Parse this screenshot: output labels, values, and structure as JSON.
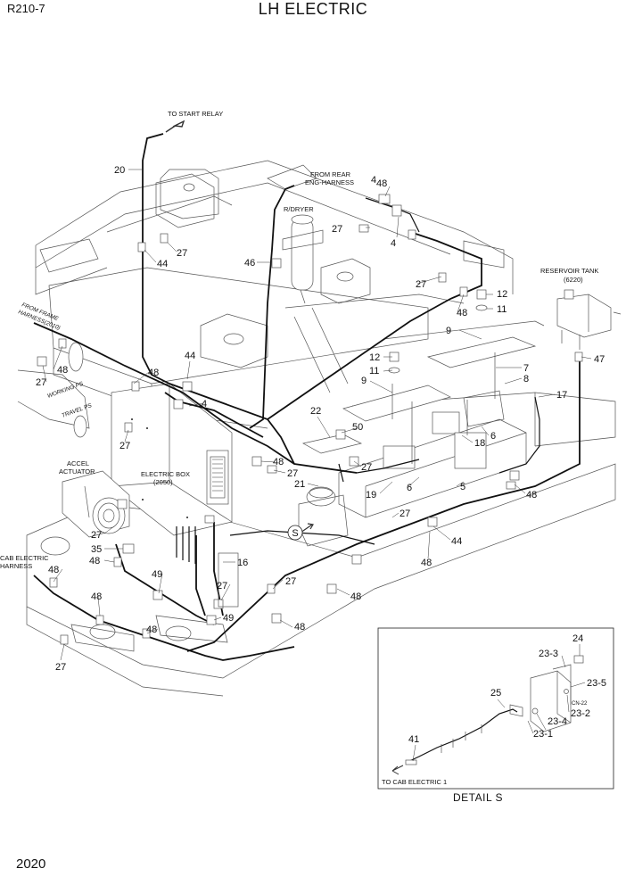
{
  "header": {
    "model": "R210-7",
    "title": "LH ELECTRIC"
  },
  "footer": {
    "page": "2020"
  },
  "detail": {
    "caption": "DETAIL  S",
    "bubble": "S"
  },
  "callouts": {
    "to_start_relay": "TO START RELAY",
    "from_rear_1": "FROM REAR",
    "from_rear_2": "ENG-HARNESS",
    "r_dryer": "R/DRYER",
    "reservoir_1": "RESERVOIR TANK",
    "reservoir_2": "(6220)",
    "from_frame_1": "FROM FRAME",
    "from_frame_2": "HARNESS(2010)",
    "working_ps": "WORKING PS",
    "travel_ps": "TRAVEL PS",
    "accel_1": "ACCEL",
    "accel_2": "ACTUATOR",
    "ebox_1": "ELECTRIC BOX",
    "ebox_2": "(2050)",
    "cab_harness_1": "CAB ELECTRIC",
    "cab_harness_2": "HARNESS",
    "to_cab_electric": "TO CAB ELECTRIC 1",
    "cn22": "CN-22"
  },
  "parts": {
    "p20": "20",
    "p44a": "44",
    "p27a": "27",
    "p46": "46",
    "p4a": "4",
    "p48a": "48",
    "p27b": "27",
    "p4b": "4",
    "p27c": "27",
    "p12a": "12",
    "p48b": "48",
    "p11a": "11",
    "p47": "47",
    "p9a": "9",
    "p12b": "12",
    "p11b": "11",
    "p7": "7",
    "p8": "8",
    "p9b": "9",
    "p17": "17",
    "p44b": "44",
    "p48c": "48",
    "p4c": "4",
    "p48d": "48",
    "p27d": "27",
    "p22": "22",
    "p50": "50",
    "p27e": "27",
    "p18": "18",
    "p6a": "6",
    "p27f": "27",
    "p48e": "48",
    "p27g": "27",
    "p21": "21",
    "p19": "19",
    "p6b": "6",
    "p5": "5",
    "p48f": "48",
    "p27h": "27",
    "p44c": "44",
    "p48g": "48",
    "p27i": "27",
    "p35": "35",
    "p48h": "48",
    "p16": "16",
    "p48i": "48",
    "p49a": "49",
    "p27j": "27",
    "p48j": "48",
    "p27k": "27",
    "p49b": "49",
    "p48k": "48",
    "p48l": "48",
    "p48m": "48",
    "p27l": "27",
    "p24": "24",
    "p23_3": "23-3",
    "p23_5": "23-5",
    "p25": "25",
    "p23_2": "23-2",
    "p23_4": "23-4",
    "p23_1": "23-1",
    "p41": "41"
  }
}
